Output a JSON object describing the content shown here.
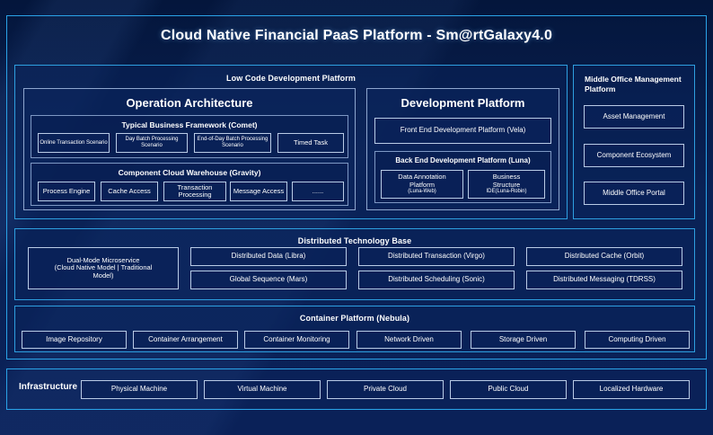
{
  "header": {
    "title": "Cloud Native Financial PaaS Platform - Sm@rtGalaxy4.0"
  },
  "low_code": {
    "heading": "Low Code Development Platform",
    "operation_architecture": {
      "heading": "Operation Architecture",
      "typical_business_framework": {
        "heading": "Typical Business Framework (Comet)",
        "items": [
          "Online Transaction Scenario",
          "Day Batch Processing Scenario",
          "End-of-Day Batch Processing Scenario",
          "Timed Task"
        ]
      },
      "component_cloud_warehouse": {
        "heading": "Component Cloud Warehouse (Gravity)",
        "items": [
          "Process Engine",
          "Cache Access",
          "Transaction Processing",
          "Message Access",
          "......"
        ]
      }
    },
    "development_platform": {
      "heading": "Development Platform",
      "front_end": "Front End Development Platform (Vela)",
      "back_end": {
        "heading": "Back End Development Platform (Luna)",
        "items": [
          {
            "line1": "Data Annotation",
            "line2": "Platform",
            "line3": "(Luna-Web)"
          },
          {
            "line1": "Business",
            "line2": "Structure",
            "line3": "IDE(Luna-Robin)"
          }
        ]
      }
    }
  },
  "middle_office": {
    "heading": "Middle Office Management Platform",
    "items": [
      "Asset Management",
      "Component Ecosystem",
      "Middle Office Portal"
    ]
  },
  "distributed_base": {
    "heading": "Distributed Technology Base",
    "dual_mode": {
      "line1": "Dual-Mode Microservice",
      "line2": "(Cloud Native Model | Traditional",
      "line3": "Model)"
    },
    "items": [
      "Distributed Data (Libra)",
      "Distributed Transaction (Virgo)",
      "Distributed Cache (Orbit)",
      "Global Sequence (Mars)",
      "Distributed Scheduling (Sonic)",
      "Distributed Messaging (TDRSS)"
    ]
  },
  "container_platform": {
    "heading": "Container Platform (Nebula)",
    "items": [
      "Image Repository",
      "Container Arrangement",
      "Container Monitoring",
      "Network Driven",
      "Storage Driven",
      "Computing Driven"
    ]
  },
  "infrastructure": {
    "label": "Infrastructure",
    "items": [
      "Physical Machine",
      "Virtual Machine",
      "Private Cloud",
      "Public Cloud",
      "Localized Hardware"
    ]
  },
  "colors": {
    "accent": "#2aa3e8",
    "background": "#071c47",
    "chip_border": "#b9cbe6",
    "text": "#ffffff"
  }
}
